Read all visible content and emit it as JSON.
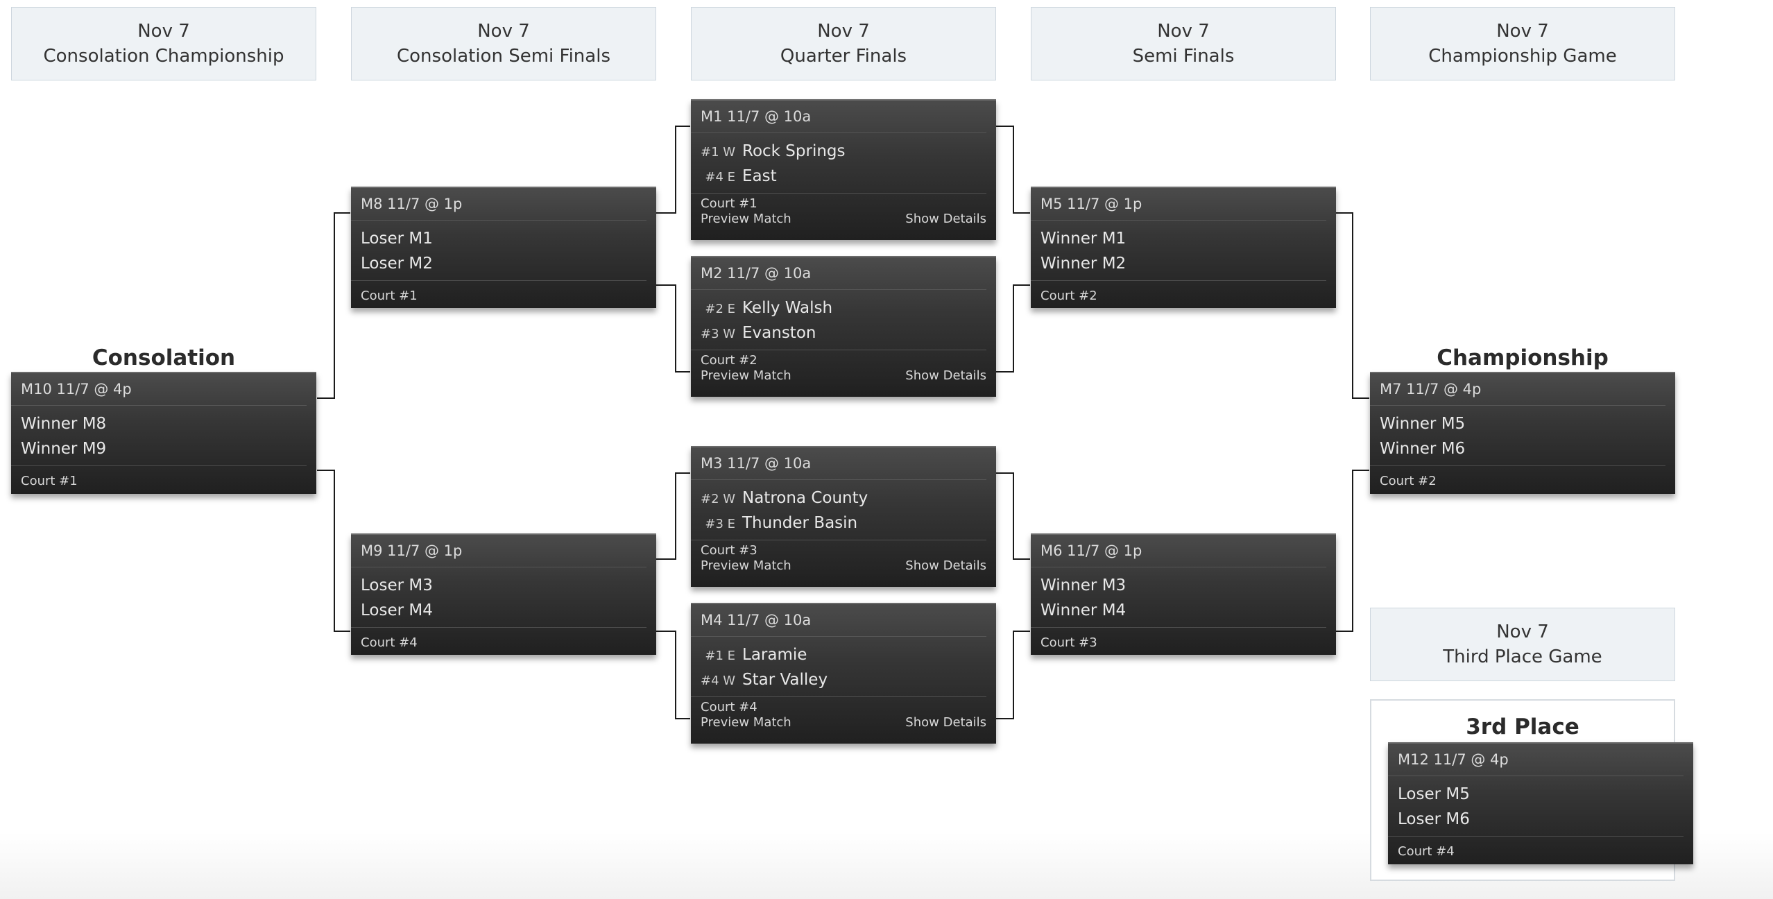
{
  "headers": [
    {
      "date": "Nov 7",
      "title": "Consolation Championship"
    },
    {
      "date": "Nov 7",
      "title": "Consolation Semi Finals"
    },
    {
      "date": "Nov 7",
      "title": "Quarter Finals"
    },
    {
      "date": "Nov 7",
      "title": "Semi Finals"
    },
    {
      "date": "Nov 7",
      "title": "Championship Game"
    },
    {
      "date": "Nov 7",
      "title": "Third Place Game"
    }
  ],
  "section_titles": {
    "consolation": "Consolation",
    "championship": "Championship",
    "third_place": "3rd Place"
  },
  "links": {
    "preview": "Preview Match",
    "details": "Show Details"
  },
  "matches": {
    "m1": {
      "header": "M1 11/7 @ 10a",
      "teams": [
        {
          "seed": "#1 W",
          "name": "Rock Springs"
        },
        {
          "seed": "#4 E",
          "name": "East"
        }
      ],
      "court": "Court #1"
    },
    "m2": {
      "header": "M2 11/7 @ 10a",
      "teams": [
        {
          "seed": "#2 E",
          "name": "Kelly Walsh"
        },
        {
          "seed": "#3 W",
          "name": "Evanston"
        }
      ],
      "court": "Court #2"
    },
    "m3": {
      "header": "M3 11/7 @ 10a",
      "teams": [
        {
          "seed": "#2 W",
          "name": "Natrona County"
        },
        {
          "seed": "#3 E",
          "name": "Thunder Basin"
        }
      ],
      "court": "Court #3"
    },
    "m4": {
      "header": "M4 11/7 @ 10a",
      "teams": [
        {
          "seed": "#1 E",
          "name": "Laramie"
        },
        {
          "seed": "#4 W",
          "name": "Star Valley"
        }
      ],
      "court": "Court #4"
    },
    "m5": {
      "header": "M5 11/7 @ 1p",
      "teams": [
        {
          "name": "Winner M1"
        },
        {
          "name": "Winner M2"
        }
      ],
      "court": "Court #2"
    },
    "m6": {
      "header": "M6 11/7 @ 1p",
      "teams": [
        {
          "name": "Winner M3"
        },
        {
          "name": "Winner M4"
        }
      ],
      "court": "Court #3"
    },
    "m7": {
      "header": "M7 11/7 @ 4p",
      "teams": [
        {
          "name": "Winner M5"
        },
        {
          "name": "Winner M6"
        }
      ],
      "court": "Court #2"
    },
    "m8": {
      "header": "M8 11/7 @ 1p",
      "teams": [
        {
          "name": "Loser M1"
        },
        {
          "name": "Loser M2"
        }
      ],
      "court": "Court #1"
    },
    "m9": {
      "header": "M9 11/7 @ 1p",
      "teams": [
        {
          "name": "Loser M3"
        },
        {
          "name": "Loser M4"
        }
      ],
      "court": "Court #4"
    },
    "m10": {
      "header": "M10 11/7 @ 4p",
      "teams": [
        {
          "name": "Winner M8"
        },
        {
          "name": "Winner M9"
        }
      ],
      "court": "Court #1"
    },
    "m12": {
      "header": "M12 11/7 @ 4p",
      "teams": [
        {
          "name": "Loser M5"
        },
        {
          "name": "Loser M6"
        }
      ],
      "court": "Court #4"
    }
  }
}
